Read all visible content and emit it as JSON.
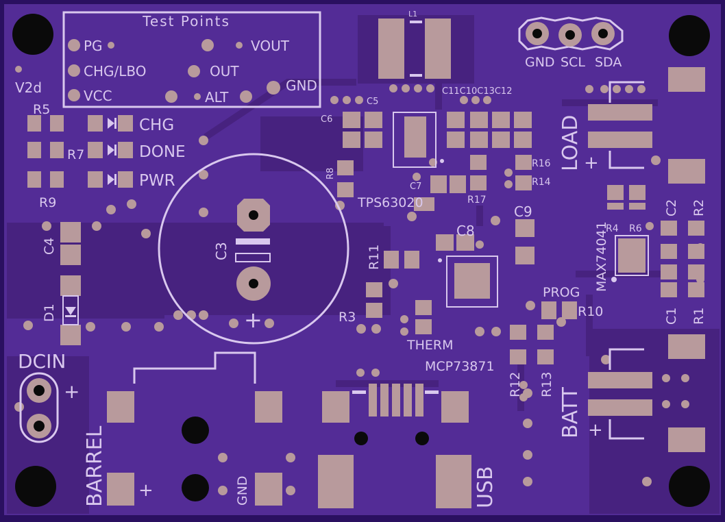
{
  "colors": {
    "board": "#532c96",
    "board_dark": "#3b1a78",
    "copper_pad": "#b89a9c",
    "silkscreen": "#d9c8ee",
    "hole": "#0a0a0a"
  },
  "labels": {
    "test_points_title": "Test Points",
    "pg": "PG",
    "vout": "VOUT",
    "chg_lbo": "CHG/LBO",
    "out": "OUT",
    "vcc": "VCC",
    "alt": "ALT",
    "gnd_tp": "GND",
    "v2d": "V2d",
    "r5": "R5",
    "chg": "CHG",
    "r7": "R7",
    "done": "DONE",
    "r9": "R9",
    "pwr": "PWR",
    "c4": "C4",
    "d1": "D1",
    "dcin": "DCIN",
    "dcin_plus": "+",
    "barrel": "BARREL",
    "barrel_plus": "+",
    "gnd_barrel": "GND",
    "usb": "USB",
    "c3": "C3",
    "c3_plus": "+",
    "l1": "L1",
    "c6": "C6",
    "c5": "C5",
    "c11_c12": "C11C10C13C12",
    "r8": "R8",
    "c7": "C7",
    "tps": "TPS63020",
    "r16": "R16",
    "r14": "R14",
    "r17": "R17",
    "c9": "C9",
    "c8": "C8",
    "r11": "R11",
    "r3": "R3",
    "therm": "THERM",
    "mcp": "MCP73871",
    "prog": "PROG",
    "r10": "R10",
    "r12": "R12",
    "r13": "R13",
    "batt": "BATT",
    "batt_plus": "+",
    "gnd_hdr": "GND",
    "scl": "SCL",
    "sda": "SDA",
    "load": "LOAD",
    "load_plus": "+",
    "max": "MAX74041",
    "r4": "R4",
    "r6": "R6",
    "c2": "C2",
    "r2": "R2",
    "c1": "C1",
    "r1": "R1"
  }
}
